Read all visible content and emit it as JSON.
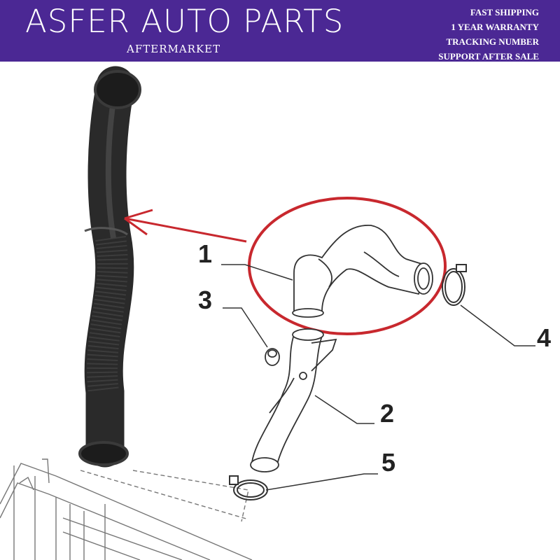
{
  "header": {
    "brand": "ASFER AUTO PARTS",
    "subtitle": "AFTERMARKET",
    "perks": [
      "FAST SHIPPING",
      "1 YEAR WARRANTY",
      "TRACKING NUMBER",
      "SUPPORT AFTER SALE"
    ]
  },
  "diagram": {
    "callouts": [
      "1",
      "2",
      "3",
      "4",
      "5"
    ]
  },
  "colors": {
    "banner": "#4b2894",
    "highlight": "#c8282e",
    "hose": "#2a2a2a"
  }
}
